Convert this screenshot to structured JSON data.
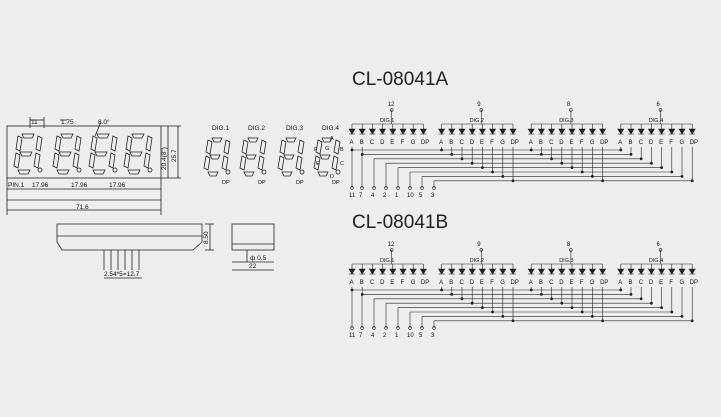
{
  "titles": {
    "a": "CL-08041A",
    "b": "CL-08041B"
  },
  "mechanical": {
    "pin1": "PIN.1",
    "dim_11": "11",
    "dim_175": "1.75",
    "dim_angle": "8.0°",
    "dim_1796": [
      "17.96",
      "17.96",
      "17.96"
    ],
    "dim_716": "71.6",
    "dim_204": "20.4(8\")",
    "dim_257": "25.7",
    "dim_850": "8.50",
    "dim_pitch": "2.54*5=12.7",
    "dim_pin_dia": "ф 0.5",
    "dim_22": "22"
  },
  "front": {
    "digits": [
      "DIG.1",
      "DIG.2",
      "DIG.3",
      "DIG.4"
    ],
    "dp": "DP",
    "seg_letters": [
      "A",
      "B",
      "C",
      "D",
      "E",
      "F",
      "G"
    ]
  },
  "schematic_a": {
    "digits": [
      "DIG.1",
      "DIG.2",
      "DIG.3",
      "DIG.4"
    ],
    "commons": [
      "12",
      "9",
      "8",
      "6"
    ],
    "segments": [
      "A",
      "B",
      "C",
      "D",
      "E",
      "F",
      "G",
      "DP"
    ],
    "pins": [
      "11",
      "7",
      "4",
      "2",
      "1",
      "10",
      "5",
      "3"
    ]
  },
  "schematic_b": {
    "digits": [
      "DIG.1",
      "DIG.2",
      "DIG.3",
      "DIG.4"
    ],
    "commons": [
      "12",
      "9",
      "8",
      "6"
    ],
    "segments": [
      "A",
      "B",
      "C",
      "D",
      "E",
      "F",
      "G",
      "DP"
    ],
    "pins": [
      "11",
      "7",
      "4",
      "2",
      "1",
      "10",
      "5",
      "3"
    ]
  }
}
